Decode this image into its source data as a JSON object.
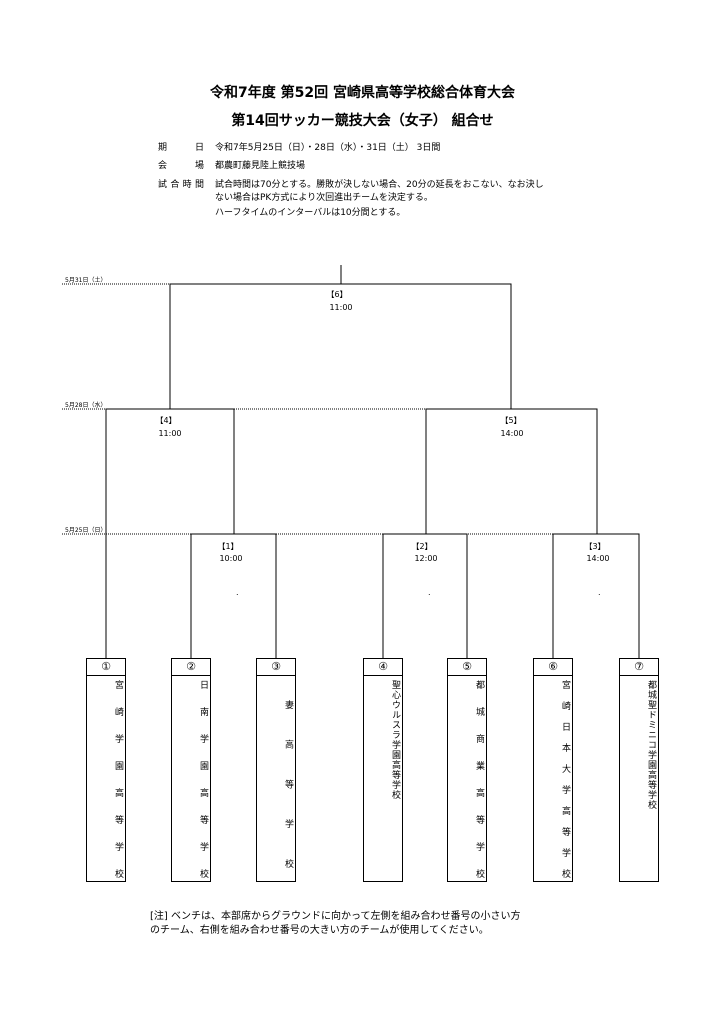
{
  "title_line1": "令和7年度 第52回 宮崎県高等学校総合体育大会",
  "title_line2": "第14回サッカー競技大会（女子） 組合せ",
  "info": [
    {
      "label": "期 日",
      "value": "令和7年5月25日（日）・28日（水）・31日（土） 3日間"
    },
    {
      "label": "会 場",
      "value": "都農町藤見陸上競技場"
    },
    {
      "label": "試合時間",
      "value": "試合時間は70分とする。勝敗が決しない場合、20分の延長をおこない、なお決しない場合はPK方式により次回進出チームを決定する。"
    },
    {
      "label": "",
      "value": "ハーフタイムのインターバルは10分間とする。"
    }
  ],
  "dates": {
    "d31": "5月31日（土）",
    "d28": "5月28日（水）",
    "d25": "5月25日（日）"
  },
  "matches": [
    {
      "no": "【1】",
      "time": "10:00"
    },
    {
      "no": "【2】",
      "time": "12:00"
    },
    {
      "no": "【3】",
      "time": "14:00"
    },
    {
      "no": "【4】",
      "time": "11:00"
    },
    {
      "no": "【5】",
      "time": "14:00"
    },
    {
      "no": "【6】",
      "time": "11:00"
    }
  ],
  "dot": ".",
  "teams": [
    {
      "num": "①",
      "name": "宮崎学園高等学校"
    },
    {
      "num": "②",
      "name": "日南学園高等学校"
    },
    {
      "num": "③",
      "name": "妻高等学校"
    },
    {
      "num": "④",
      "name": "聖心ウルスラ学園高等学校"
    },
    {
      "num": "⑤",
      "name": "都城商業高等学校"
    },
    {
      "num": "⑥",
      "name": "宮崎日本大学高等学校"
    },
    {
      "num": "⑦",
      "name": "都城聖ドミニコ学園高等学校"
    }
  ],
  "note": "[注] ベンチは、本部席からグラウンドに向かって左側を組み合わせ番号の小さい方のチーム、右側を組み合わせ番号の大きい方のチームが使用してください。"
}
